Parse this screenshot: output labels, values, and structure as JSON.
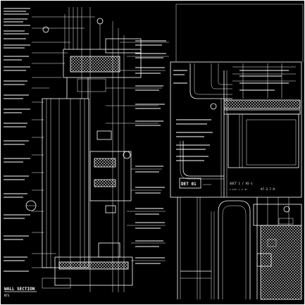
{
  "drawing": {
    "left_section_title": "WALL SECTION",
    "right_detail_callout": "DET 01",
    "right_detail_scale": "1 1/2\" = 1'-0\"",
    "right_detail_note": "A7.3.7.9",
    "right_detail_sheet": "SECT 1 / A5-1",
    "bottom_note": "NTS"
  },
  "colors": {
    "background": "#000000",
    "ink": "#ffffff"
  }
}
